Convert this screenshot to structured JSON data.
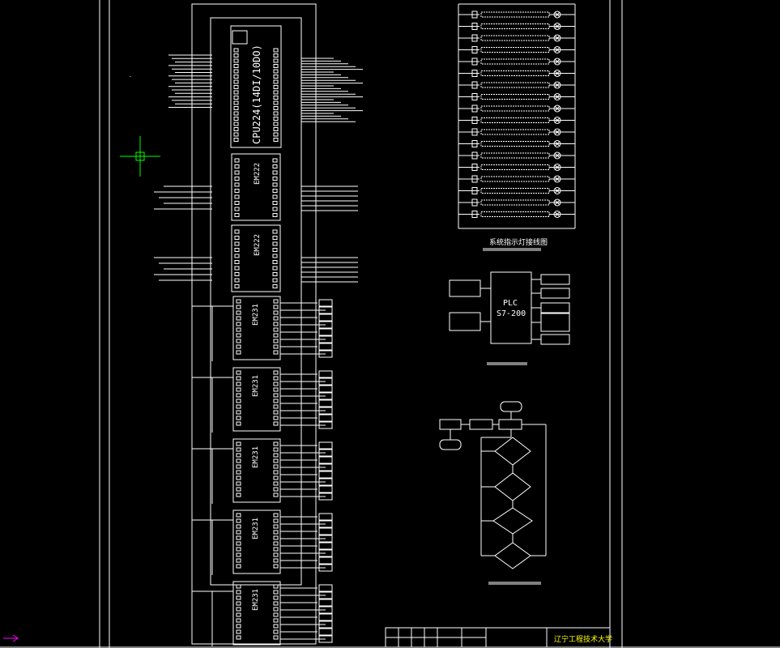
{
  "plc_module": {
    "cpu_label": "CPU224(14DI/10DO)",
    "expansion_labels": [
      "EM222",
      "EM222",
      "EM231",
      "EM231",
      "EM231",
      "EM231",
      "EM231"
    ]
  },
  "indicator_diagram": {
    "caption": "系统指示灯接线图",
    "lamp_count": 18
  },
  "block_diagram": {
    "plc_line1": "PLC",
    "plc_line2": "S7-200"
  },
  "title_block": {
    "school": "辽宁工程技术大学"
  },
  "colors": {
    "background": "#000000",
    "lines": "#ffffff",
    "crosshair": "#00ff00",
    "arrow": "#ff00ff",
    "school_text": "#ffff00"
  }
}
